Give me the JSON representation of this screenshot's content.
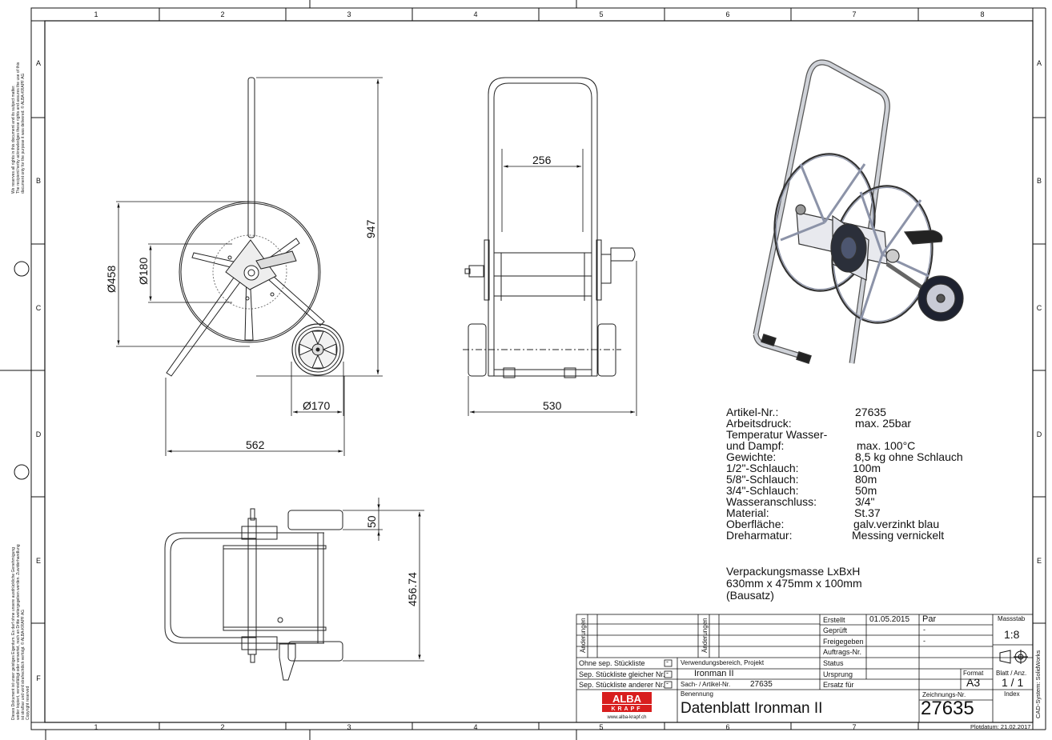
{
  "border": {
    "columns": [
      "1",
      "2",
      "3",
      "4",
      "5",
      "6",
      "7",
      "8"
    ],
    "rows": [
      "A",
      "B",
      "C",
      "D",
      "E",
      "F"
    ]
  },
  "dimensions": {
    "height": "947",
    "width_256": "256",
    "reel_dia": "Ø458",
    "hub_dia": "Ø180",
    "wheel_dia": "Ø170",
    "depth_562": "562",
    "width_530": "530",
    "wheel_50": "50",
    "depth_456": "456.74"
  },
  "specs": [
    {
      "label": "Artikel-Nr.:",
      "value": "27635"
    },
    {
      "label": "Arbeitsdruck:",
      "value": "max. 25bar"
    },
    {
      "label": "Temperatur Wasser-",
      "value": ""
    },
    {
      "label": "und Dampf:",
      "value": "max. 100°C"
    },
    {
      "label": "Gewichte:",
      "value": "8,5 kg ohne Schlauch"
    },
    {
      "label": "1/2\"-Schlauch:",
      "value": "100m"
    },
    {
      "label": "5/8\"-Schlauch:",
      "value": "80m"
    },
    {
      "label": "3/4\"-Schlauch:",
      "value": "50m"
    },
    {
      "label": "Wasseranschluss:",
      "value": "3/4\""
    },
    {
      "label": "Material:",
      "value": "St.37"
    },
    {
      "label": "Oberfläche:",
      "value": "galv.verzinkt blau"
    },
    {
      "label": "Dreharmatur:",
      "value": "Messing vernickelt"
    }
  ],
  "packaging": {
    "line1": "Verpackungsmasse LxBxH",
    "line2": "630mm x 475mm x 100mm",
    "line3": "(Bausatz)"
  },
  "left_notices": {
    "top": [
      "We reserves all rights in this document and its subject matter.",
      "The recipient herby acknowledges these rights and assures the use of this",
      "document only for the purpose it was delivered.  © ALBA-KRAPF AG"
    ],
    "bottom": [
      "Dieses Dokument ist unser geistiges Eigentum. Es darf ohne unsere ausdrückliche Genehmigung",
      "weder kopiert, vervielfältigt oder verwertet, noch an Dritte weitergegeben werden. Zuwiderhandlung",
      "ist strafbar und wird strafrechtlich verfolgt.       © ALBA-KRAPF AG",
      "Copyright reserved"
    ]
  },
  "title_block": {
    "aenderungen": "Änderungen",
    "ohne": "Ohne sep. Stückliste",
    "sep_gleicher": "Sep. Stückliste gleicher Nr.",
    "sep_anderer": "Sep. Stückliste anderer Nr.",
    "dash": "-",
    "verwendung_label": "Verwendungsbereich, Projekt",
    "verwendung_value": "Ironman II",
    "sach_label": "Sach- / Artikel-Nr.",
    "sach_value": "27635",
    "benennung_label": "Benennung",
    "benennung_value": "Datenblatt Ironman II",
    "erstellt": "Erstellt",
    "erstellt_date": "01.05.2015",
    "erstellt_by": "Par",
    "geprueft": "Geprüft",
    "geprueft_v": "-",
    "freigegeben": "Freigegeben",
    "freigegeben_v": "-",
    "auftrags": "Auftrags-Nr.",
    "status": "Status",
    "ursprung": "Ursprung",
    "ersatz": "Ersatz für",
    "format_label": "Format",
    "format_value": "A3",
    "blatt_label": "Blatt / Anz.",
    "blatt_value": "1 / 1",
    "index_label": "Index",
    "massstab_label": "Massstab",
    "massstab_value": "1:8",
    "zeichnung_label": "Zeichnungs-Nr.",
    "zeichnung_value": "27635",
    "cad": "CAD-System: SolidWorks",
    "plot": "Plotdatum: 21.02.2017",
    "logo_top": "ALBA",
    "logo_bottom": "KRAPF",
    "logo_url": "www.alba-krapf.ch"
  }
}
